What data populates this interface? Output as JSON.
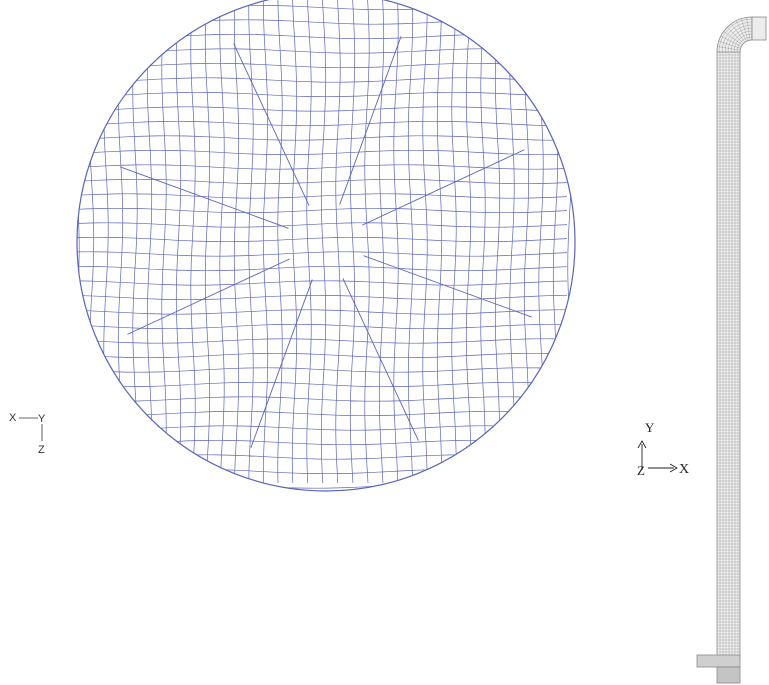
{
  "left_view": {
    "triad": {
      "x_label": "X",
      "y_label": "Y",
      "z_label": "Z"
    },
    "mesh_color": "#5a64b8"
  },
  "right_view": {
    "triad": {
      "x_label": "X",
      "y_label": "Y",
      "z_label": "Z"
    },
    "mesh_color": "#8a8a8a"
  }
}
